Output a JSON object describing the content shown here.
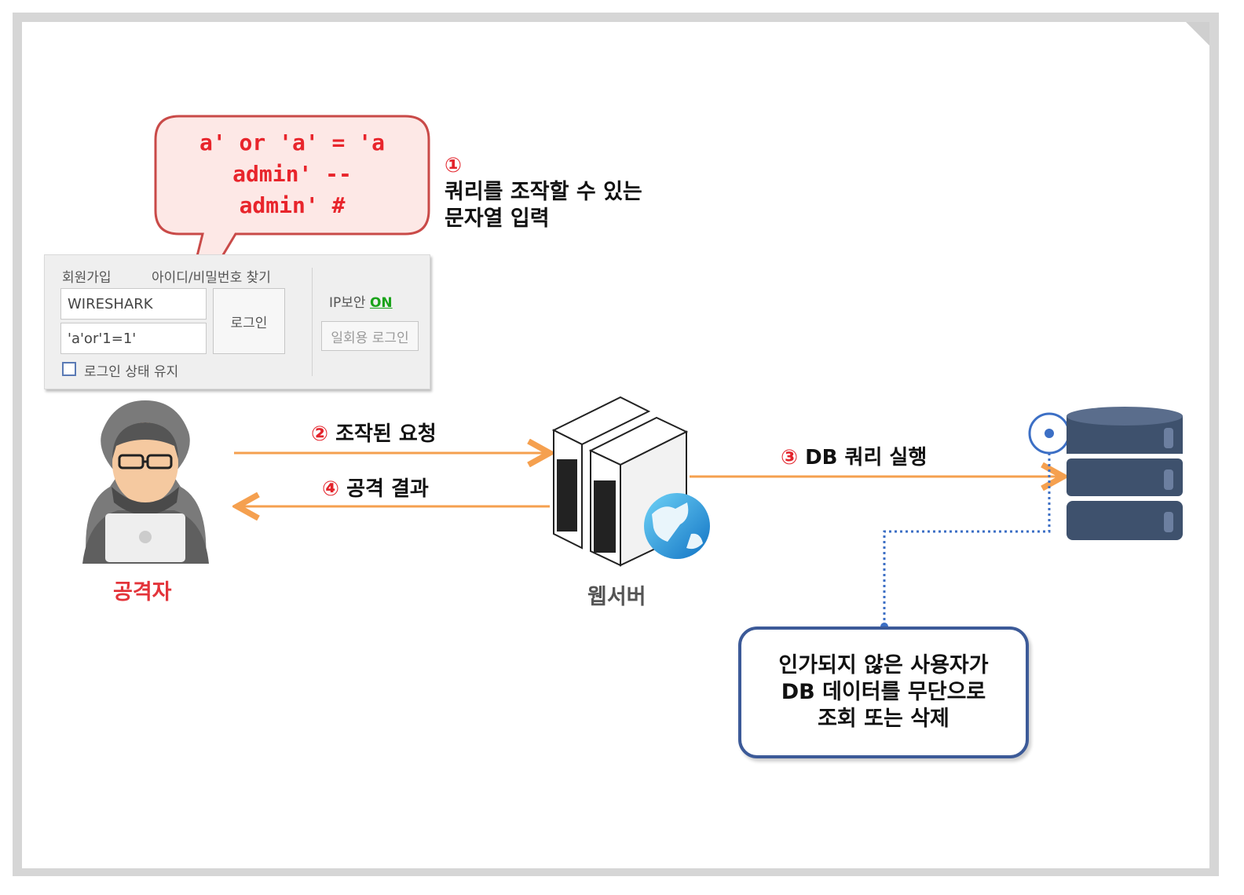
{
  "bubble": {
    "line1": "a' or 'a' = 'a",
    "line2": "admin' --",
    "line3": "admin' #"
  },
  "step1": {
    "number": "①",
    "line1": "쿼리를 조작할 수 있는",
    "line2": "문자열 입력"
  },
  "login_panel": {
    "signup_link": "회원가입",
    "find_link": "아이디/비밀번호 찾기",
    "id_value": "WIRESHARK",
    "password_value": "'a'or'1=1'",
    "login_button": "로그인",
    "ip_security_label": "IP보안",
    "ip_security_state": "ON",
    "one_time_login_button": "일회용 로그인",
    "keep_login_label": "로그인 상태 유지"
  },
  "arrows": {
    "request_number": "②",
    "request_label": "조작된 요청",
    "result_number": "④",
    "result_label": "공격 결과",
    "db_number": "③",
    "db_label": "DB 쿼리 실행"
  },
  "labels": {
    "attacker": "공격자",
    "web_server": "웹서버"
  },
  "note": {
    "text": "인가되지 않은 사용자가\nDB 데이터를 무단으로\n조회 또는 삭제"
  },
  "colors": {
    "accent_red": "#e8252c",
    "arrow_orange": "#f5a04f",
    "box_blue": "#3c5a98",
    "db_dark": "#3e516d",
    "on_green": "#1aa31a"
  }
}
